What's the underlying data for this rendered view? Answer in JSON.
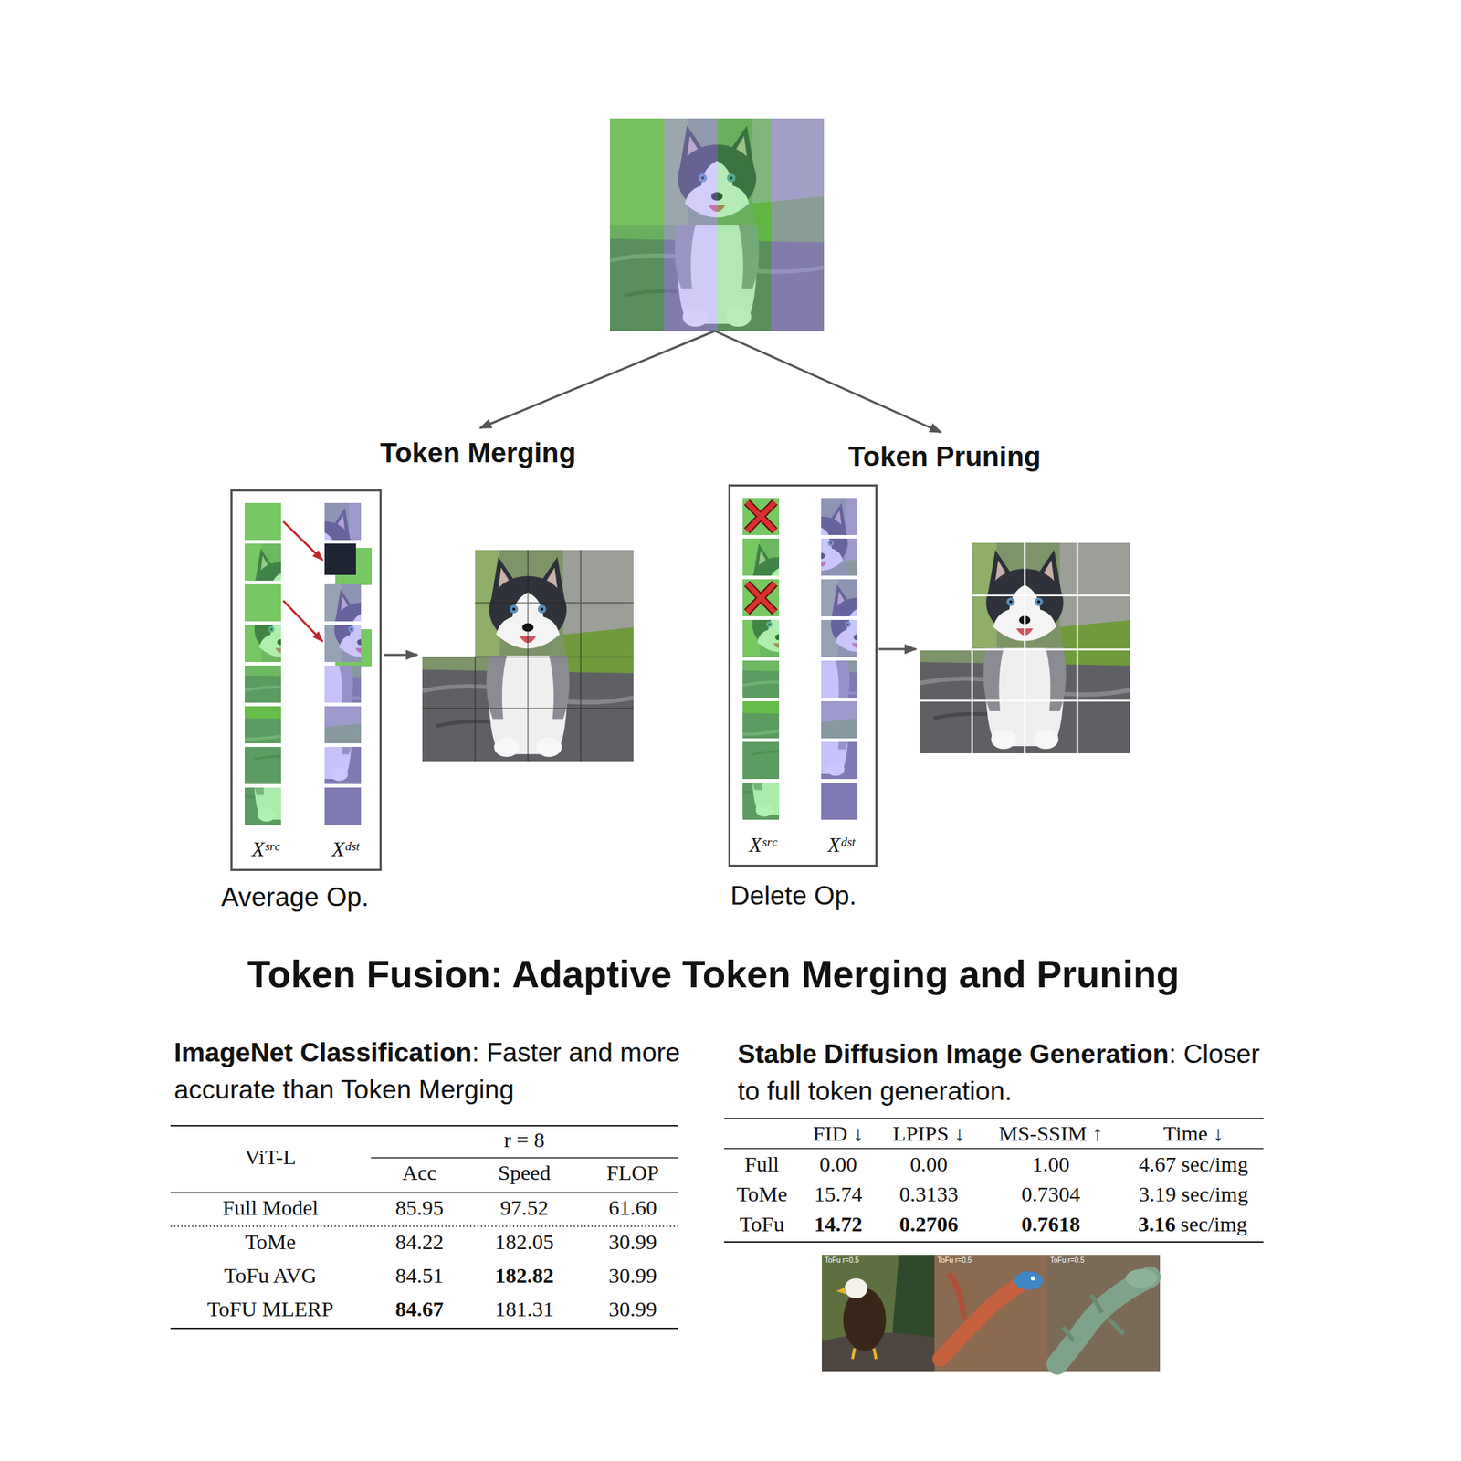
{
  "diagram": {
    "title": "Token Fusion: Adaptive Token Merging and Pruning",
    "nodes": [
      {
        "text": [
          "Xˢʳᶜ",
          "Xᵈˢᵗ"
        ]
      },
      {
        "text": [
          "Xˢʳᶜ",
          "Xᵈˢᵗ"
        ]
      }
    ],
    "labels": [
      "Token Merging",
      "Token Pruning",
      "Average Op.",
      "Delete Op.",
      "ImageNet Classification",
      ": Faster and more accurate than Token Merging",
      "Stable Diffusion Image Generation",
      ": Closer to full token generation.",
      "ViT-L",
      "r = 8",
      "Acc",
      "Speed",
      "FLOP",
      "Full Model",
      "85.95",
      "97.52",
      "61.60",
      "ToMe",
      "84.22",
      "182.05",
      "30.99",
      "ToFu AVG",
      "84.51",
      "182.82",
      "30.99",
      "ToFU MLERP",
      "84.67",
      "181.31",
      "30.99",
      "FID ↓",
      "LPIPS ↓",
      "MS-SSIM ↑",
      "Time ↓",
      "Full",
      "0.00",
      "0.00",
      "1.00",
      "4.67 sec/img",
      "ToMe",
      "15.74",
      "0.3133",
      "0.7304",
      "3.19 sec/img",
      "ToFu",
      "14.72",
      "0.2706",
      "0.7618",
      "3.16",
      "sec/img",
      "ToFu r=0.5",
      "ToFu r=0.5",
      "ToFu r=0.5"
    ]
  }
}
